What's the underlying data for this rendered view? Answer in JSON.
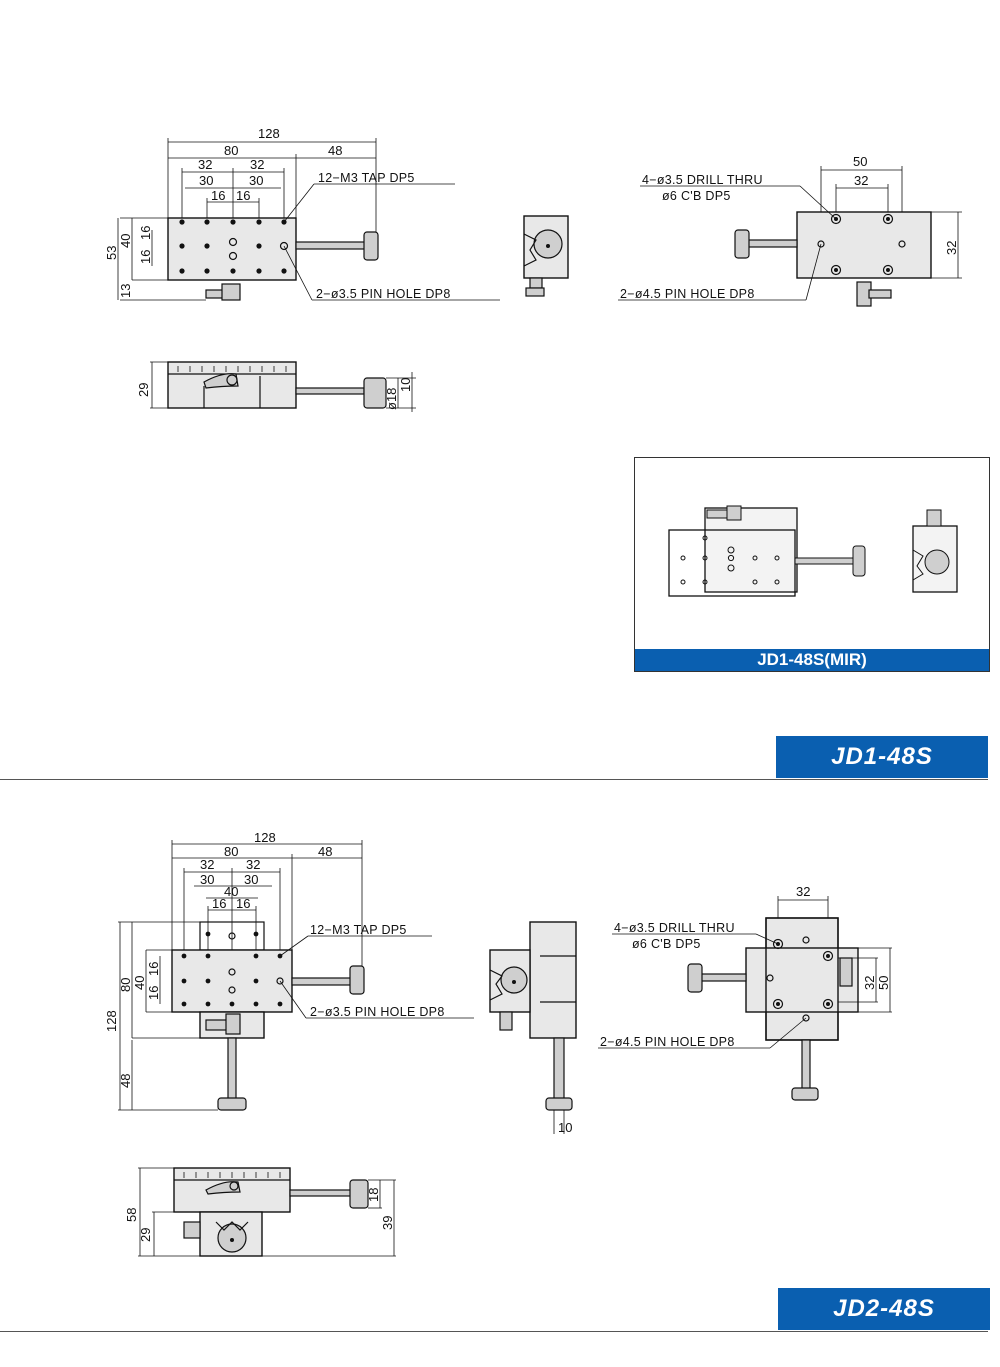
{
  "jd1": {
    "top": {
      "dims": {
        "overall": "128",
        "base": "80",
        "travel": "48",
        "pitch_a": "32",
        "pitch_b": "32",
        "sub_a": "30",
        "sub_b": "30",
        "small_a": "16",
        "small_b": "16",
        "height_total": "53",
        "height_inner": "40",
        "v16a": "16",
        "v16b": "16",
        "base13": "13"
      },
      "note_tap": "12−M3 TAP DP5",
      "note_pin": "2−ø3.5 PIN HOLE DP8"
    },
    "bottom": {
      "dims": {
        "w50": "50",
        "w32": "32",
        "h32": "32"
      },
      "note_drill_1": "4−ø3.5 DRILL THRU",
      "note_drill_2": "ø6 C'B DP5",
      "note_pin": "2−ø4.5 PIN HOLE DP8"
    },
    "side": {
      "dims": {
        "h29": "29",
        "d18": "ø18",
        "d10": "10"
      }
    },
    "mir_label": "JD1-48S(MIR)",
    "model": "JD1-48S"
  },
  "jd2": {
    "top": {
      "dims": {
        "overall": "128",
        "base": "80",
        "travel": "48",
        "pitch_a": "32",
        "pitch_b": "32",
        "sub_a": "30",
        "sub_b": "30",
        "w40": "40",
        "small_a": "16",
        "small_b": "16",
        "v80": "80",
        "v40": "40",
        "v16a": "16",
        "v16b": "16",
        "v128": "128",
        "v48": "48"
      },
      "note_tap": "12−M3 TAP DP5",
      "note_pin": "2−ø3.5 PIN HOLE DP8"
    },
    "end": {
      "dims": {
        "d10": "10"
      }
    },
    "bottom": {
      "dims": {
        "w32": "32",
        "h32": "32",
        "h50": "50"
      },
      "note_drill_1": "4−ø3.5 DRILL THRU",
      "note_drill_2": "ø6 C'B DP5",
      "note_pin": "2−ø4.5 PIN HOLE DP8"
    },
    "side": {
      "dims": {
        "h58": "58",
        "h29": "29",
        "d18": "18",
        "h39": "39"
      }
    },
    "model": "JD2-48S"
  },
  "colors": {
    "accent": "#0a5fb0"
  }
}
